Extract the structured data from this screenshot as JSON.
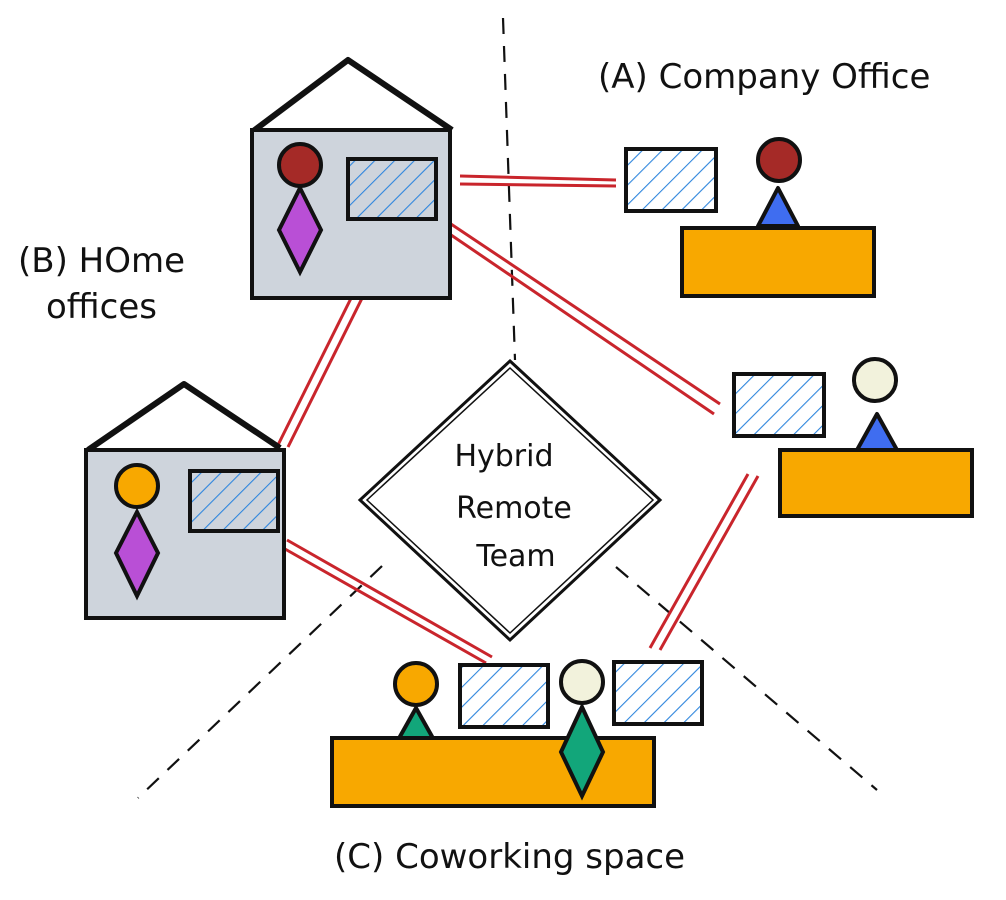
{
  "labels": {
    "company_office": "(A) Company Office",
    "home_offices_line1": "(B) HOme",
    "home_offices_line2": "offices",
    "coworking_space": "(C) Coworking space"
  },
  "center": {
    "line1": "Hybrid",
    "line2": "Remote",
    "line3": "Team"
  },
  "colors": {
    "house_fill": "#ced4dc",
    "desk_fill": "#f8a800",
    "screen_hatch": "#2f86dd",
    "connection": "#c9252c",
    "head_dark_red": "#a52a27",
    "head_orange": "#f8a800",
    "head_cream": "#f2f2dc",
    "body_blue": "#3f6df0",
    "body_purple": "#b94fd6",
    "body_green": "#12a67a",
    "stroke": "#111111"
  }
}
